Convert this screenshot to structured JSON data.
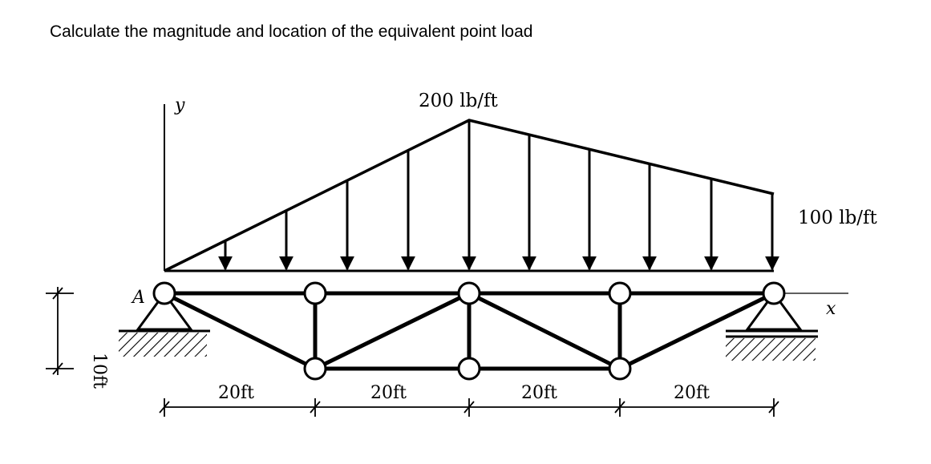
{
  "prompt": "Calculate the magnitude and location of the equivalent point load",
  "colors": {
    "ink": "#000000",
    "joint_fill": "#ffffff"
  },
  "load": {
    "peak_label": "200 lb/ft",
    "end_label": "100 lb/ft",
    "peak_value": 200,
    "end_value": 100,
    "units": "lb/ft"
  },
  "axes": {
    "x_label": "x",
    "y_label": "y"
  },
  "support": {
    "left_label": "A"
  },
  "dimensions": {
    "height_label": "10ft",
    "spans": [
      "20ft",
      "20ft",
      "20ft",
      "20ft"
    ]
  }
}
